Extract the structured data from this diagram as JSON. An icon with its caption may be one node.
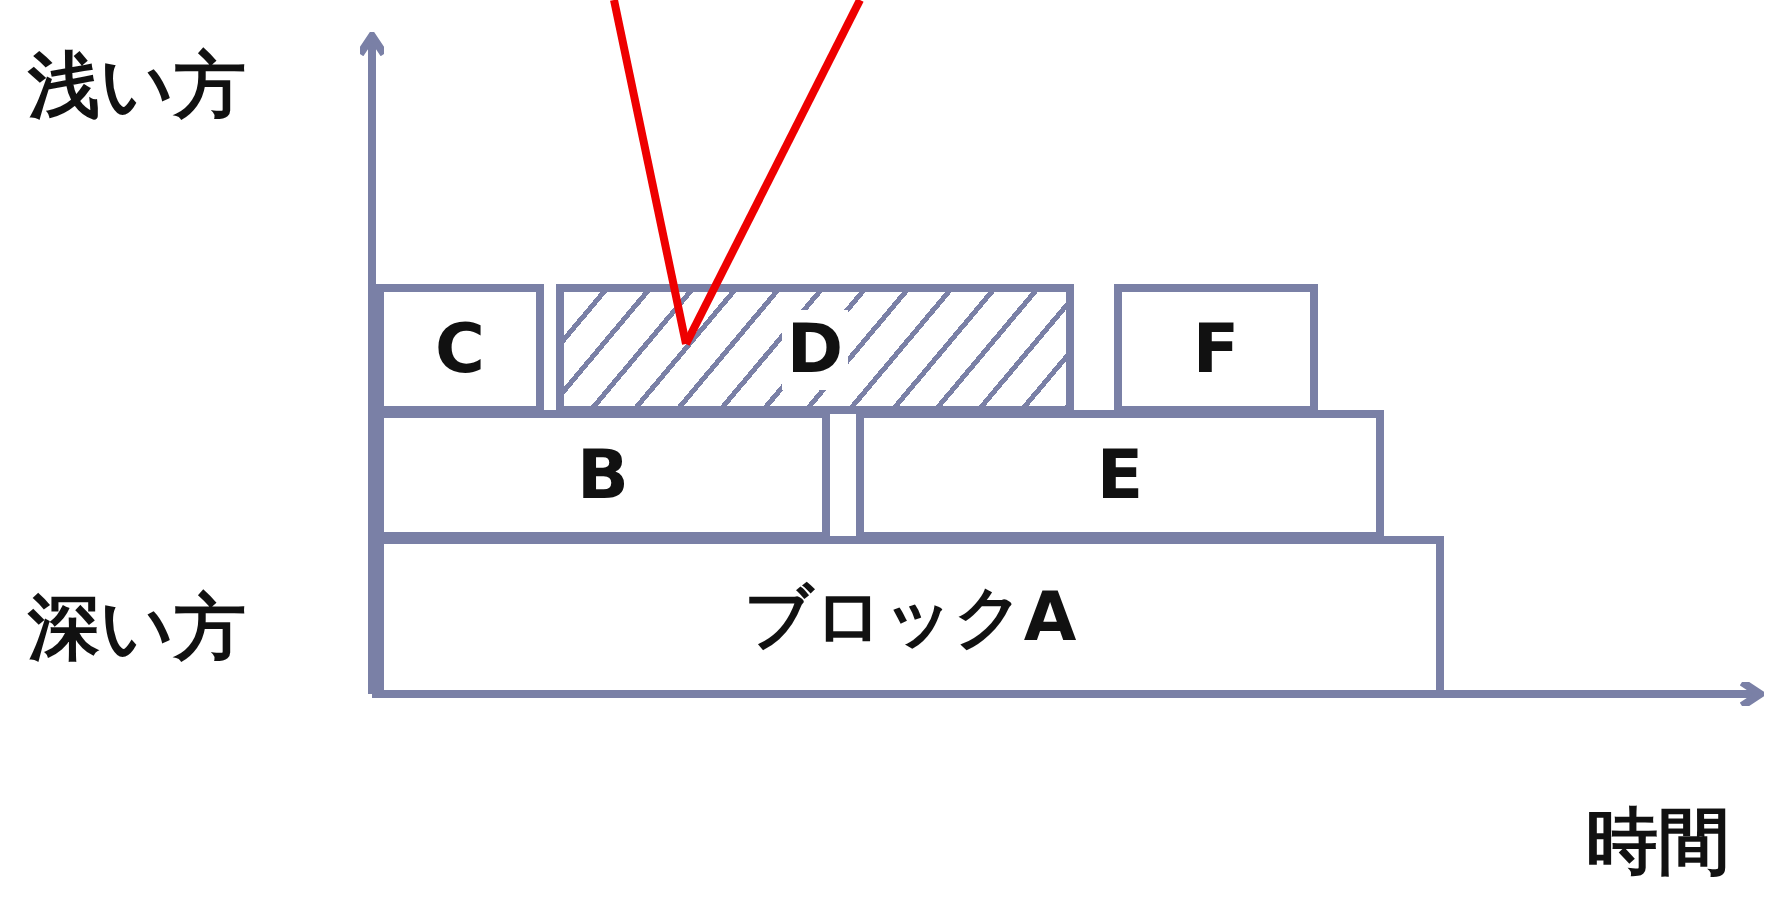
{
  "diagram": {
    "nodes": [
      {
        "text": [
          "C"
        ]
      },
      {
        "text": [
          "D"
        ]
      },
      {
        "text": [
          "F"
        ]
      },
      {
        "text": [
          "B"
        ]
      },
      {
        "text": [
          "E"
        ]
      },
      {
        "text": [
          "ブロックA"
        ]
      }
    ],
    "edges": [
      {
        "from": null,
        "to": 1,
        "arrow": "none"
      },
      {
        "from": null,
        "to": 1,
        "arrow": "none"
      }
    ],
    "labels": [
      "浅い方",
      "深い方",
      "時間"
    ]
  }
}
